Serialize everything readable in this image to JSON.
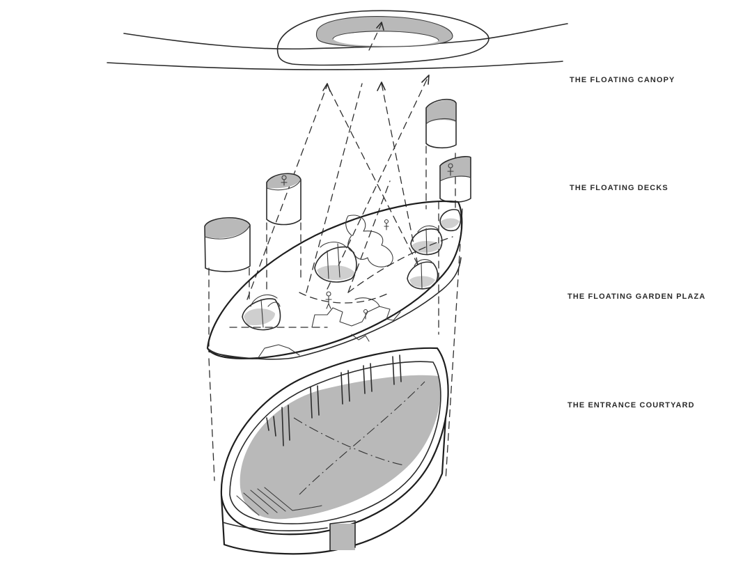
{
  "labels": {
    "canopy": "THE FLOATING CANOPY",
    "decks": "THE FLOATING DECKS",
    "plaza": "THE FLOATING GARDEN PLAZA",
    "courtyard": "THE ENTRANCE COURTYARD"
  },
  "colors": {
    "ink": "#2a2a2a",
    "tone": "#b9b9b9",
    "paper": "#ffffff"
  }
}
